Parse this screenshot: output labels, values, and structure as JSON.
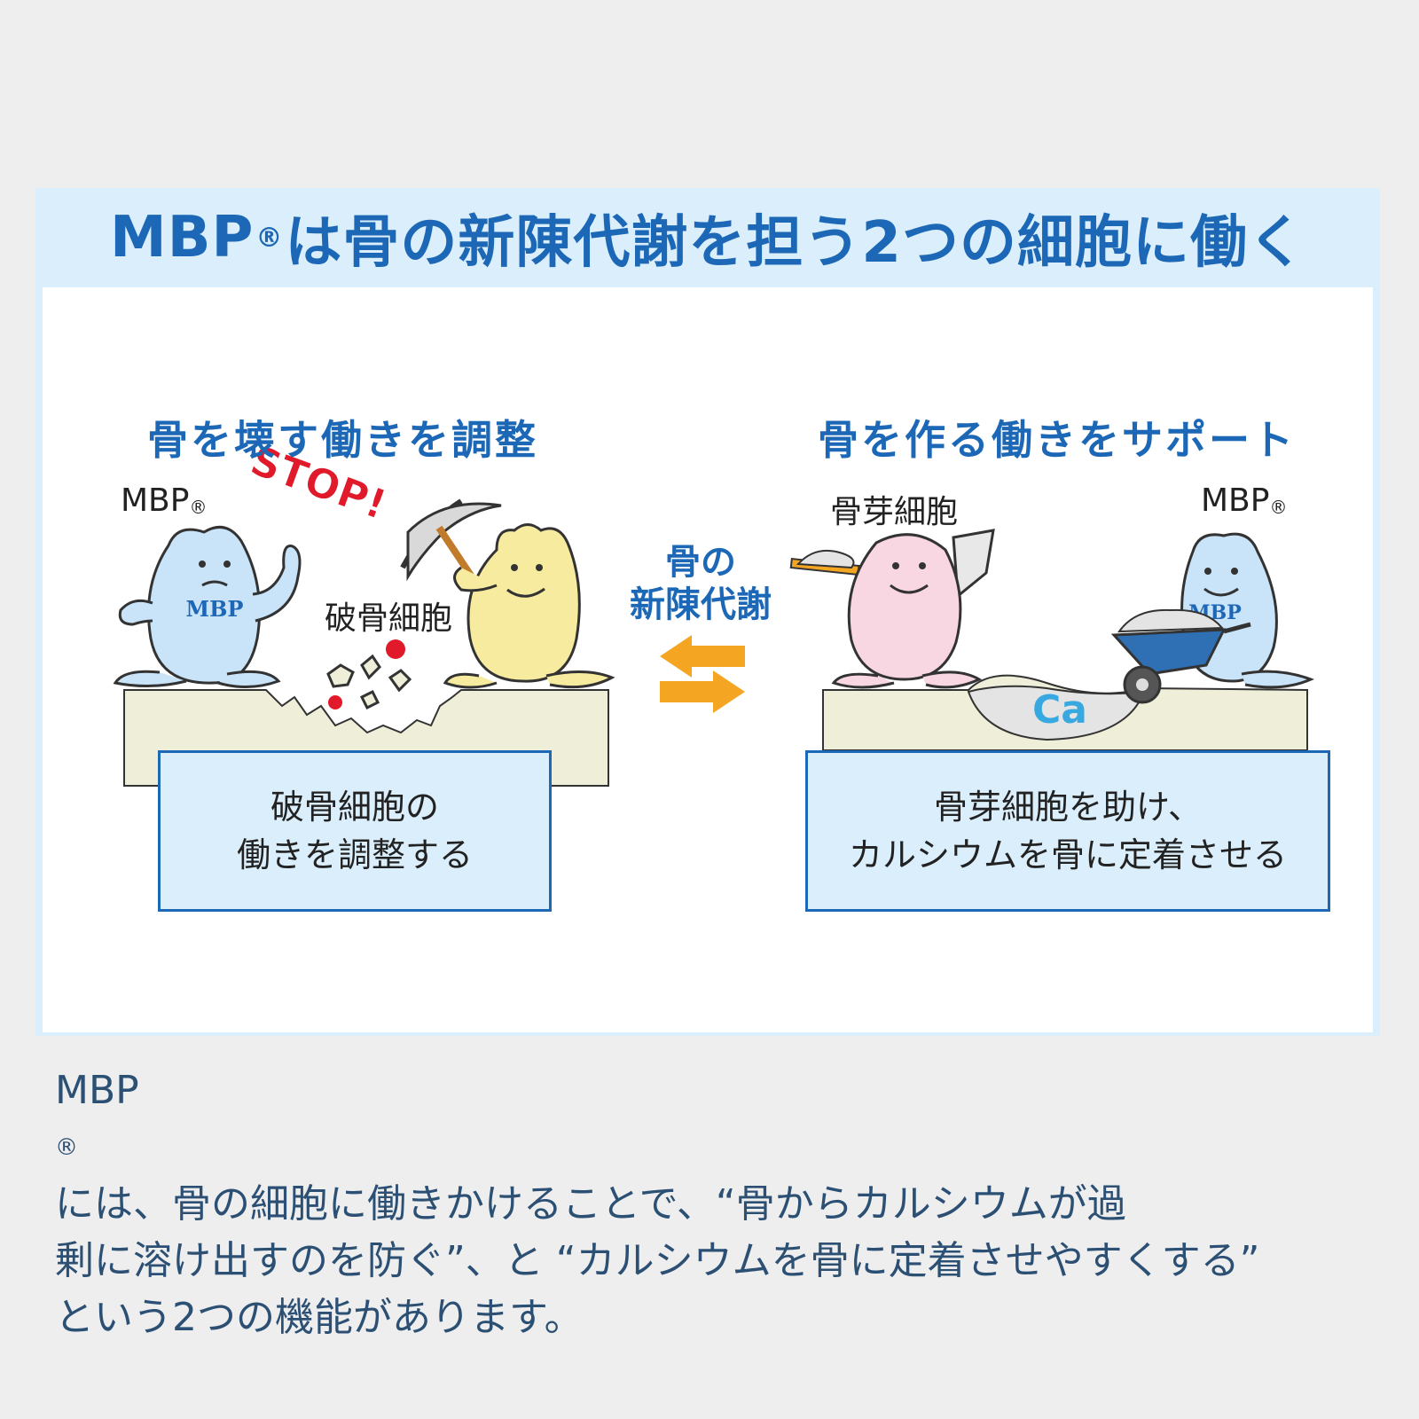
{
  "title": {
    "prefix": "MBP",
    "reg": "®",
    "text": "は骨の新陳代謝を担う2つの細胞に働く"
  },
  "left": {
    "heading": "骨を壊す働きを調整",
    "mbp_label": "MBP",
    "mbp_reg": "®",
    "stop_text": "STOP!",
    "mascot_badge": "MBP",
    "cell_label": "破骨細胞",
    "box_lines": [
      "破骨細胞の",
      "働きを調整する"
    ]
  },
  "center": {
    "label_lines": [
      "骨の",
      "新陳代謝"
    ]
  },
  "right": {
    "heading": "骨を作る働きをサポート",
    "cell_label": "骨芽細胞",
    "mbp_label": "MBP",
    "mbp_reg": "®",
    "mascot_badge": "MBP",
    "ca_label": "Ca",
    "box_lines": [
      "骨芽細胞を助け、",
      "カルシウムを骨に定着させる"
    ]
  },
  "caption": {
    "line1_prefix": "MBP",
    "line1_reg": "®",
    "line1_text": "には、骨の細胞に働きかけることで、“骨からカルシウムが過",
    "line2": "剰に溶け出すのを防ぐ”、と “カルシウムを骨に定着させやすくする”",
    "line3": "という2つの機能があります。"
  },
  "colors": {
    "accent": "#1d68b6",
    "frame": "#dbeefb",
    "background": "#eeeeee",
    "mbp_body": "#c9e3f8",
    "osteoclast_body": "#f7eba0",
    "osteoblast_body": "#f8d6e2",
    "ground": "#efeed8",
    "arrow": "#f4a623",
    "stop_red": "#e01a2b"
  }
}
